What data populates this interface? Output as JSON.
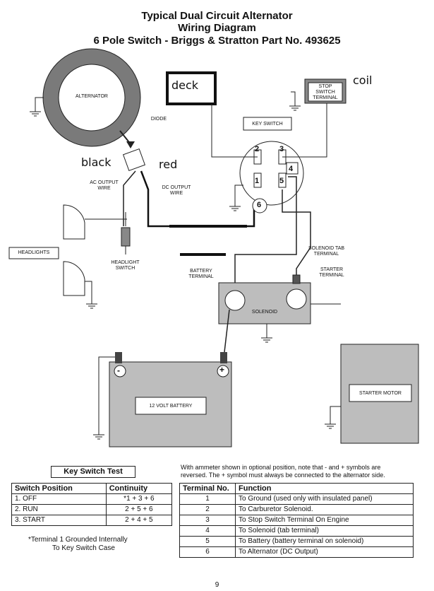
{
  "title": {
    "line1": "Typical Dual Circuit Alternator",
    "line2": "Wiring Diagram",
    "line3": "6 Pole Switch - Briggs & Stratton Part No. 493625"
  },
  "labels": {
    "alternator": "ALTERNATOR",
    "diode": "DIODE",
    "deck": "deck",
    "coil": "coil",
    "stop_switch": [
      "STOP",
      "SWITCH",
      "TERMINAL"
    ],
    "key_switch": "KEY SWITCH",
    "black": "black",
    "red": "red",
    "ac_output": [
      "AC OUTPUT",
      "WIRE"
    ],
    "dc_output": [
      "DC OUTPUT",
      "WIRE"
    ],
    "headlights": "HEADLIGHTS",
    "headlight_switch": [
      "HEADLIGHT",
      "SWITCH"
    ],
    "battery_terminal": [
      "BATTERY",
      "TERMINAL"
    ],
    "solenoid_tab": [
      "SOLENOID TAB",
      "TERMINAL"
    ],
    "starter_terminal": [
      "STARTER",
      "TERMINAL"
    ],
    "solenoid": "SOLENOID",
    "battery": "12 VOLT BATTERY",
    "starter_motor": "STARTER MOTOR",
    "neg": "-",
    "pos": "+",
    "terminals": [
      "1",
      "2",
      "3",
      "4",
      "5",
      "6"
    ]
  },
  "key_switch_test": {
    "heading": "Key Switch Test",
    "columns": [
      "Switch Position",
      "Continuity"
    ],
    "rows": [
      [
        "1.  OFF",
        "*1 + 3 + 6"
      ],
      [
        "2.  RUN",
        "2 + 5 + 6"
      ],
      [
        "3.  START",
        "2 + 4 + 5"
      ]
    ],
    "note1": "*Terminal 1 Grounded Internally",
    "note2": "To Key Switch Case"
  },
  "ammeter_note": {
    "line1": "With ammeter shown in optional position, note that - and + symbols are",
    "line2": "reversed. The + symbol must always be connected to the alternator side."
  },
  "terminal_table": {
    "columns": [
      "Terminal No.",
      "Function"
    ],
    "rows": [
      [
        "1",
        "To Ground (used only with insulated panel)"
      ],
      [
        "2",
        "To Carburetor Solenoid."
      ],
      [
        "3",
        "To Stop Switch Terminal On Engine"
      ],
      [
        "4",
        "To Solenoid (tab terminal)"
      ],
      [
        "5",
        "To Battery (battery terminal on solenoid)"
      ],
      [
        "6",
        "To Alternator (DC Output)"
      ]
    ]
  },
  "page_number": "9"
}
